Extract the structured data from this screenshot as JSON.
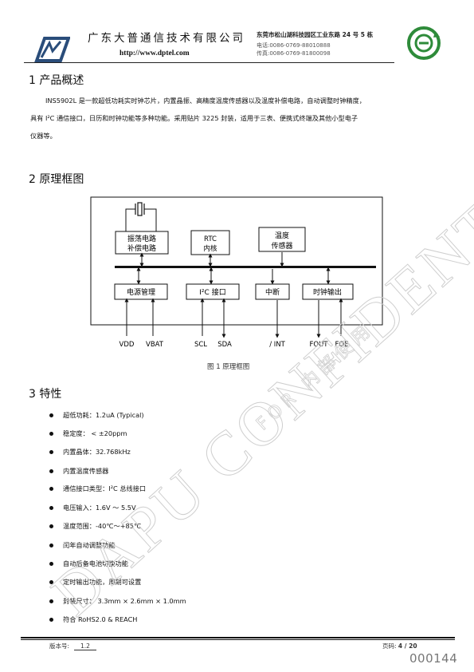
{
  "header": {
    "company": "广东大普通信技术有限公司",
    "url": "http://www.dptel.com",
    "address": "东莞市松山湖科技园区工业东路 24 号 5 栋",
    "tel": "电话:0086-0769-88010888",
    "fax": "传真:0086-0769-81800098"
  },
  "sections": {
    "overview": {
      "heading": "1 产品概述",
      "line1": "INS5902L 是一款超低功耗实时钟芯片，内置晶振、高精度温度传感器以及温度补偿电路，自动调整时钟精度，",
      "line2": "具有 I²C  通信接口，日历和时钟功能等多种功能。采用贴片 3225 封装，适用于三表、便携式终端及其他小型电子",
      "line3": "仪器等。"
    },
    "block": {
      "heading": "2 原理框图",
      "caption": "图  1  原理框图",
      "blocks": {
        "osc_line1": "振荡电路",
        "osc_line2": "补偿电路",
        "rtc_line1": "RTC",
        "rtc_line2": "内核",
        "temp_line1": "温度",
        "temp_line2": "传感器",
        "power": "电源管理",
        "i2c": "I²C  接口",
        "interrupt": "中断",
        "clkout": "时钟输出"
      },
      "pins": {
        "vdd": "VDD",
        "vbat": "VBAT",
        "scl": "SCL",
        "sda": "SDA",
        "int": "/ INT",
        "fout": "FOUT",
        "foe": "FOE"
      }
    },
    "features": {
      "heading": "3  特性",
      "items": [
        "超低功耗：1.2uA (Typical)",
        "稳定度： <  ±20ppm",
        "内置晶体：32.768kHz",
        "内置温度传感器",
        "通信接口类型：I²C 总线接口",
        "电压输入：1.6V  ～  5.5V",
        "温度范围：-40℃～+85℃",
        "闰年自动调整功能",
        "自动后备电池切换功能",
        "定时输出功能，周期可设置",
        "封装尺寸：  3.3mm  ×  2.6mm  ×  1.0mm",
        "符合 RoHS2.0 & REACH"
      ]
    }
  },
  "footer": {
    "version_label": "版本号:",
    "version": "1.2",
    "page_label": "页码:",
    "page": "4 / 20",
    "stamp_number": "000144"
  },
  "watermark": {
    "line1": "DAPU CONFIDENTIAL",
    "line2": "FOR 内部使用"
  },
  "colors": {
    "logo_blue": "#2a4d7a",
    "eco_green": "#2e8b3a",
    "watermark": "#cfcfcf"
  }
}
